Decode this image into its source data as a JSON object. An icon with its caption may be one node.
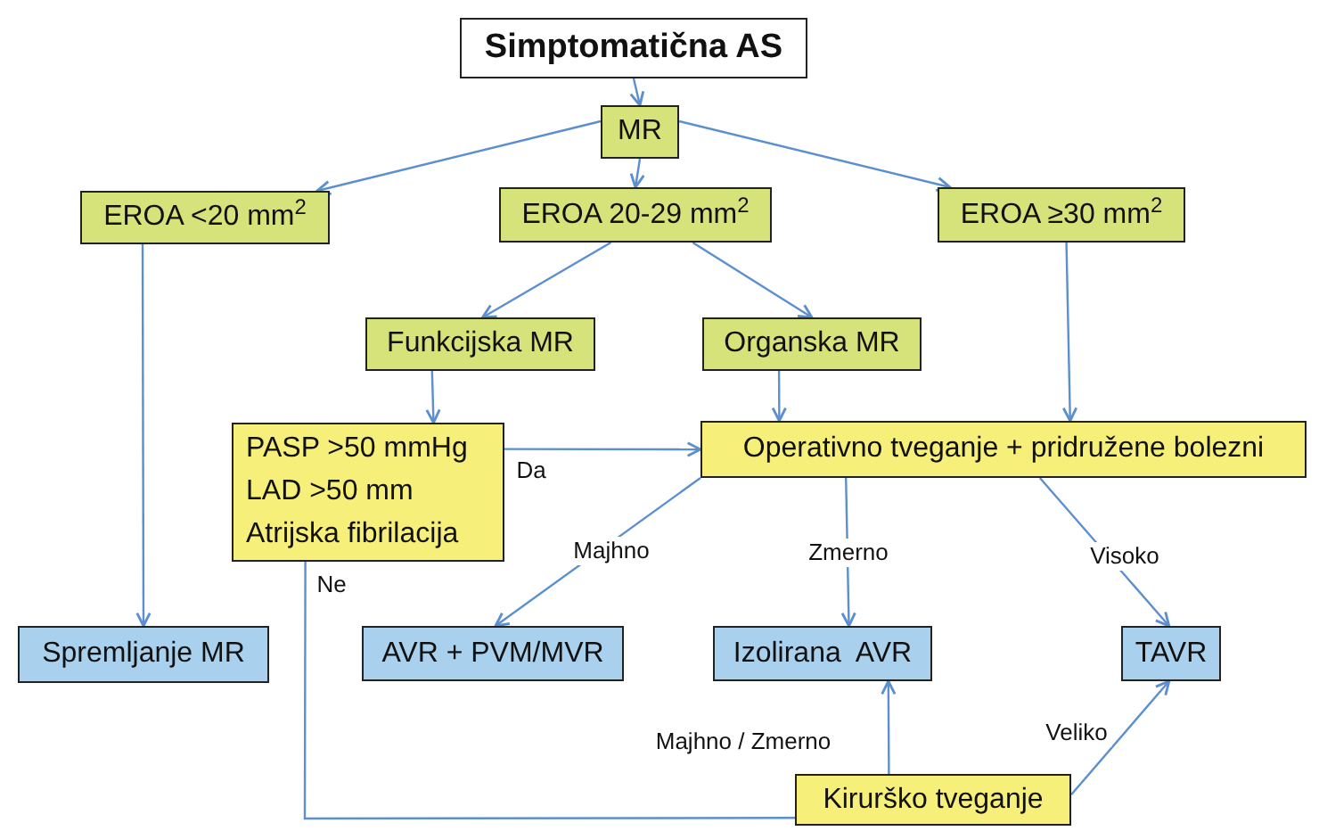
{
  "diagram": {
    "nodes": [
      {
        "text": [
          "Simptomatična AS"
        ]
      },
      {
        "text": [
          "MR"
        ]
      },
      {
        "text": [
          "EROA <20 mm$^{2}$"
        ]
      },
      {
        "text": [
          "EROA 20-29 mm$^{2}$"
        ]
      },
      {
        "text": [
          "EROA ≥30 mm$^{2}$"
        ]
      },
      {
        "text": [
          "Funkcijska MR"
        ]
      },
      {
        "text": [
          "Organska MR"
        ]
      },
      {
        "text": [
          "PASP >50 mmHg",
          "LAD >50 mm",
          "Atrijska fibrilacija"
        ]
      },
      {
        "text": [
          "Operativno tveganje + pridružene bolezni"
        ]
      },
      {
        "text": [
          "Spremljanje MR"
        ]
      },
      {
        "text": [
          "AVR + PVM/MVR"
        ]
      },
      {
        "text": [
          "Izolirana  AVR"
        ]
      },
      {
        "text": [
          "TAVR"
        ]
      },
      {
        "text": [
          "Kirurško tveganje"
        ]
      }
    ],
    "edges": [
      {
        "from": 0,
        "to": 1,
        "arrow": "to"
      },
      {
        "from": 1,
        "to": 2,
        "arrow": "to"
      },
      {
        "from": 1,
        "to": 3,
        "arrow": "to"
      },
      {
        "from": 1,
        "to": 4,
        "arrow": "to"
      },
      {
        "from": 2,
        "to": 9,
        "arrow": "to"
      },
      {
        "from": 3,
        "to": 5,
        "arrow": "to"
      },
      {
        "from": 3,
        "to": 6,
        "arrow": "to"
      },
      {
        "from": 4,
        "to": 8,
        "arrow": "to"
      },
      {
        "from": 5,
        "to": 7,
        "arrow": "to"
      },
      {
        "from": 6,
        "to": 8,
        "arrow": "to"
      },
      {
        "from": 7,
        "to": 8,
        "arrow": "to",
        "label": "Da"
      },
      {
        "from": 8,
        "to": 10,
        "arrow": "to",
        "label": "Majhno"
      },
      {
        "from": 8,
        "to": 11,
        "arrow": "to",
        "label": "Zmerno"
      },
      {
        "from": 8,
        "to": 12,
        "arrow": "to",
        "label": "Visoko"
      },
      {
        "from": 7,
        "to": 13,
        "arrow": "none",
        "label": "Ne"
      },
      {
        "from": 13,
        "to": 11,
        "arrow": "to",
        "label": "Majhno / Zmerno"
      },
      {
        "from": 13,
        "to": 12,
        "arrow": "to",
        "label": "Veliko"
      }
    ]
  }
}
